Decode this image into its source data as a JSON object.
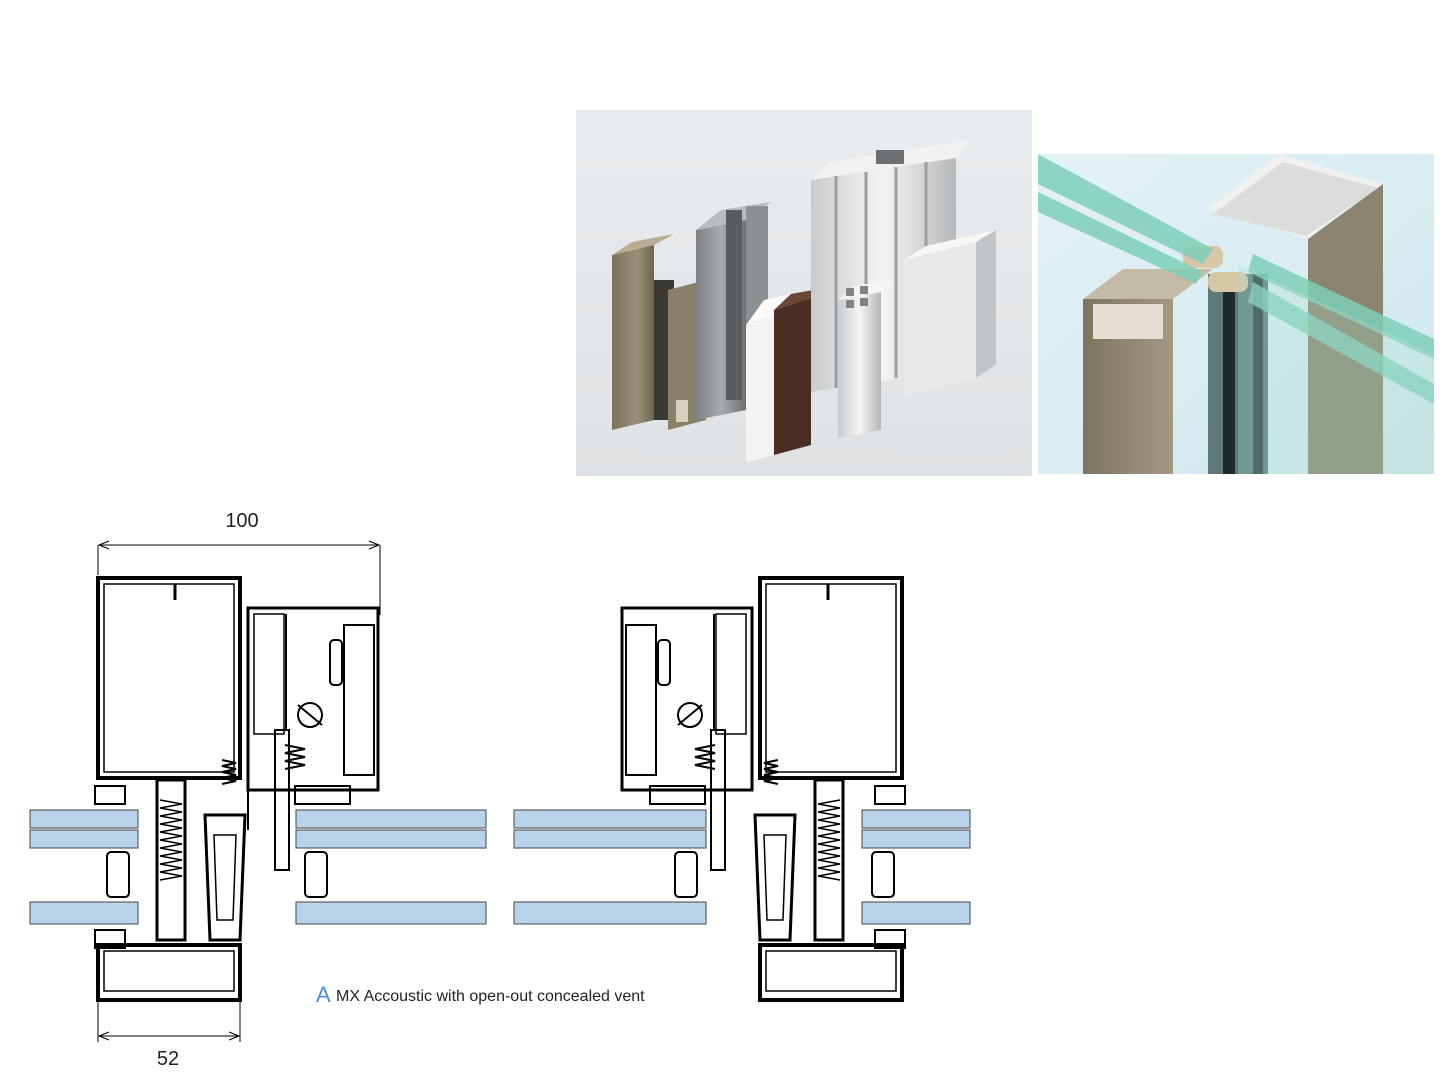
{
  "figure": {
    "images": [
      {
        "name": "aluminium-profiles-render"
      },
      {
        "name": "curtain-wall-mullion-render"
      }
    ],
    "dimensions": {
      "overall_width": "100",
      "mullion_width": "52"
    },
    "caption": {
      "marker": "A",
      "text": "MX Accoustic with open-out concealed vent"
    },
    "colors": {
      "glass_fill": "#b9d3ea",
      "glass_green": "#7fcfb8",
      "line": "#000000",
      "marker": "#4a90d9",
      "bronze": "#8a8068",
      "dark_brown": "#4a2e22",
      "silver": "#d8dadc",
      "photo_bg": "#e4e7e9"
    }
  }
}
